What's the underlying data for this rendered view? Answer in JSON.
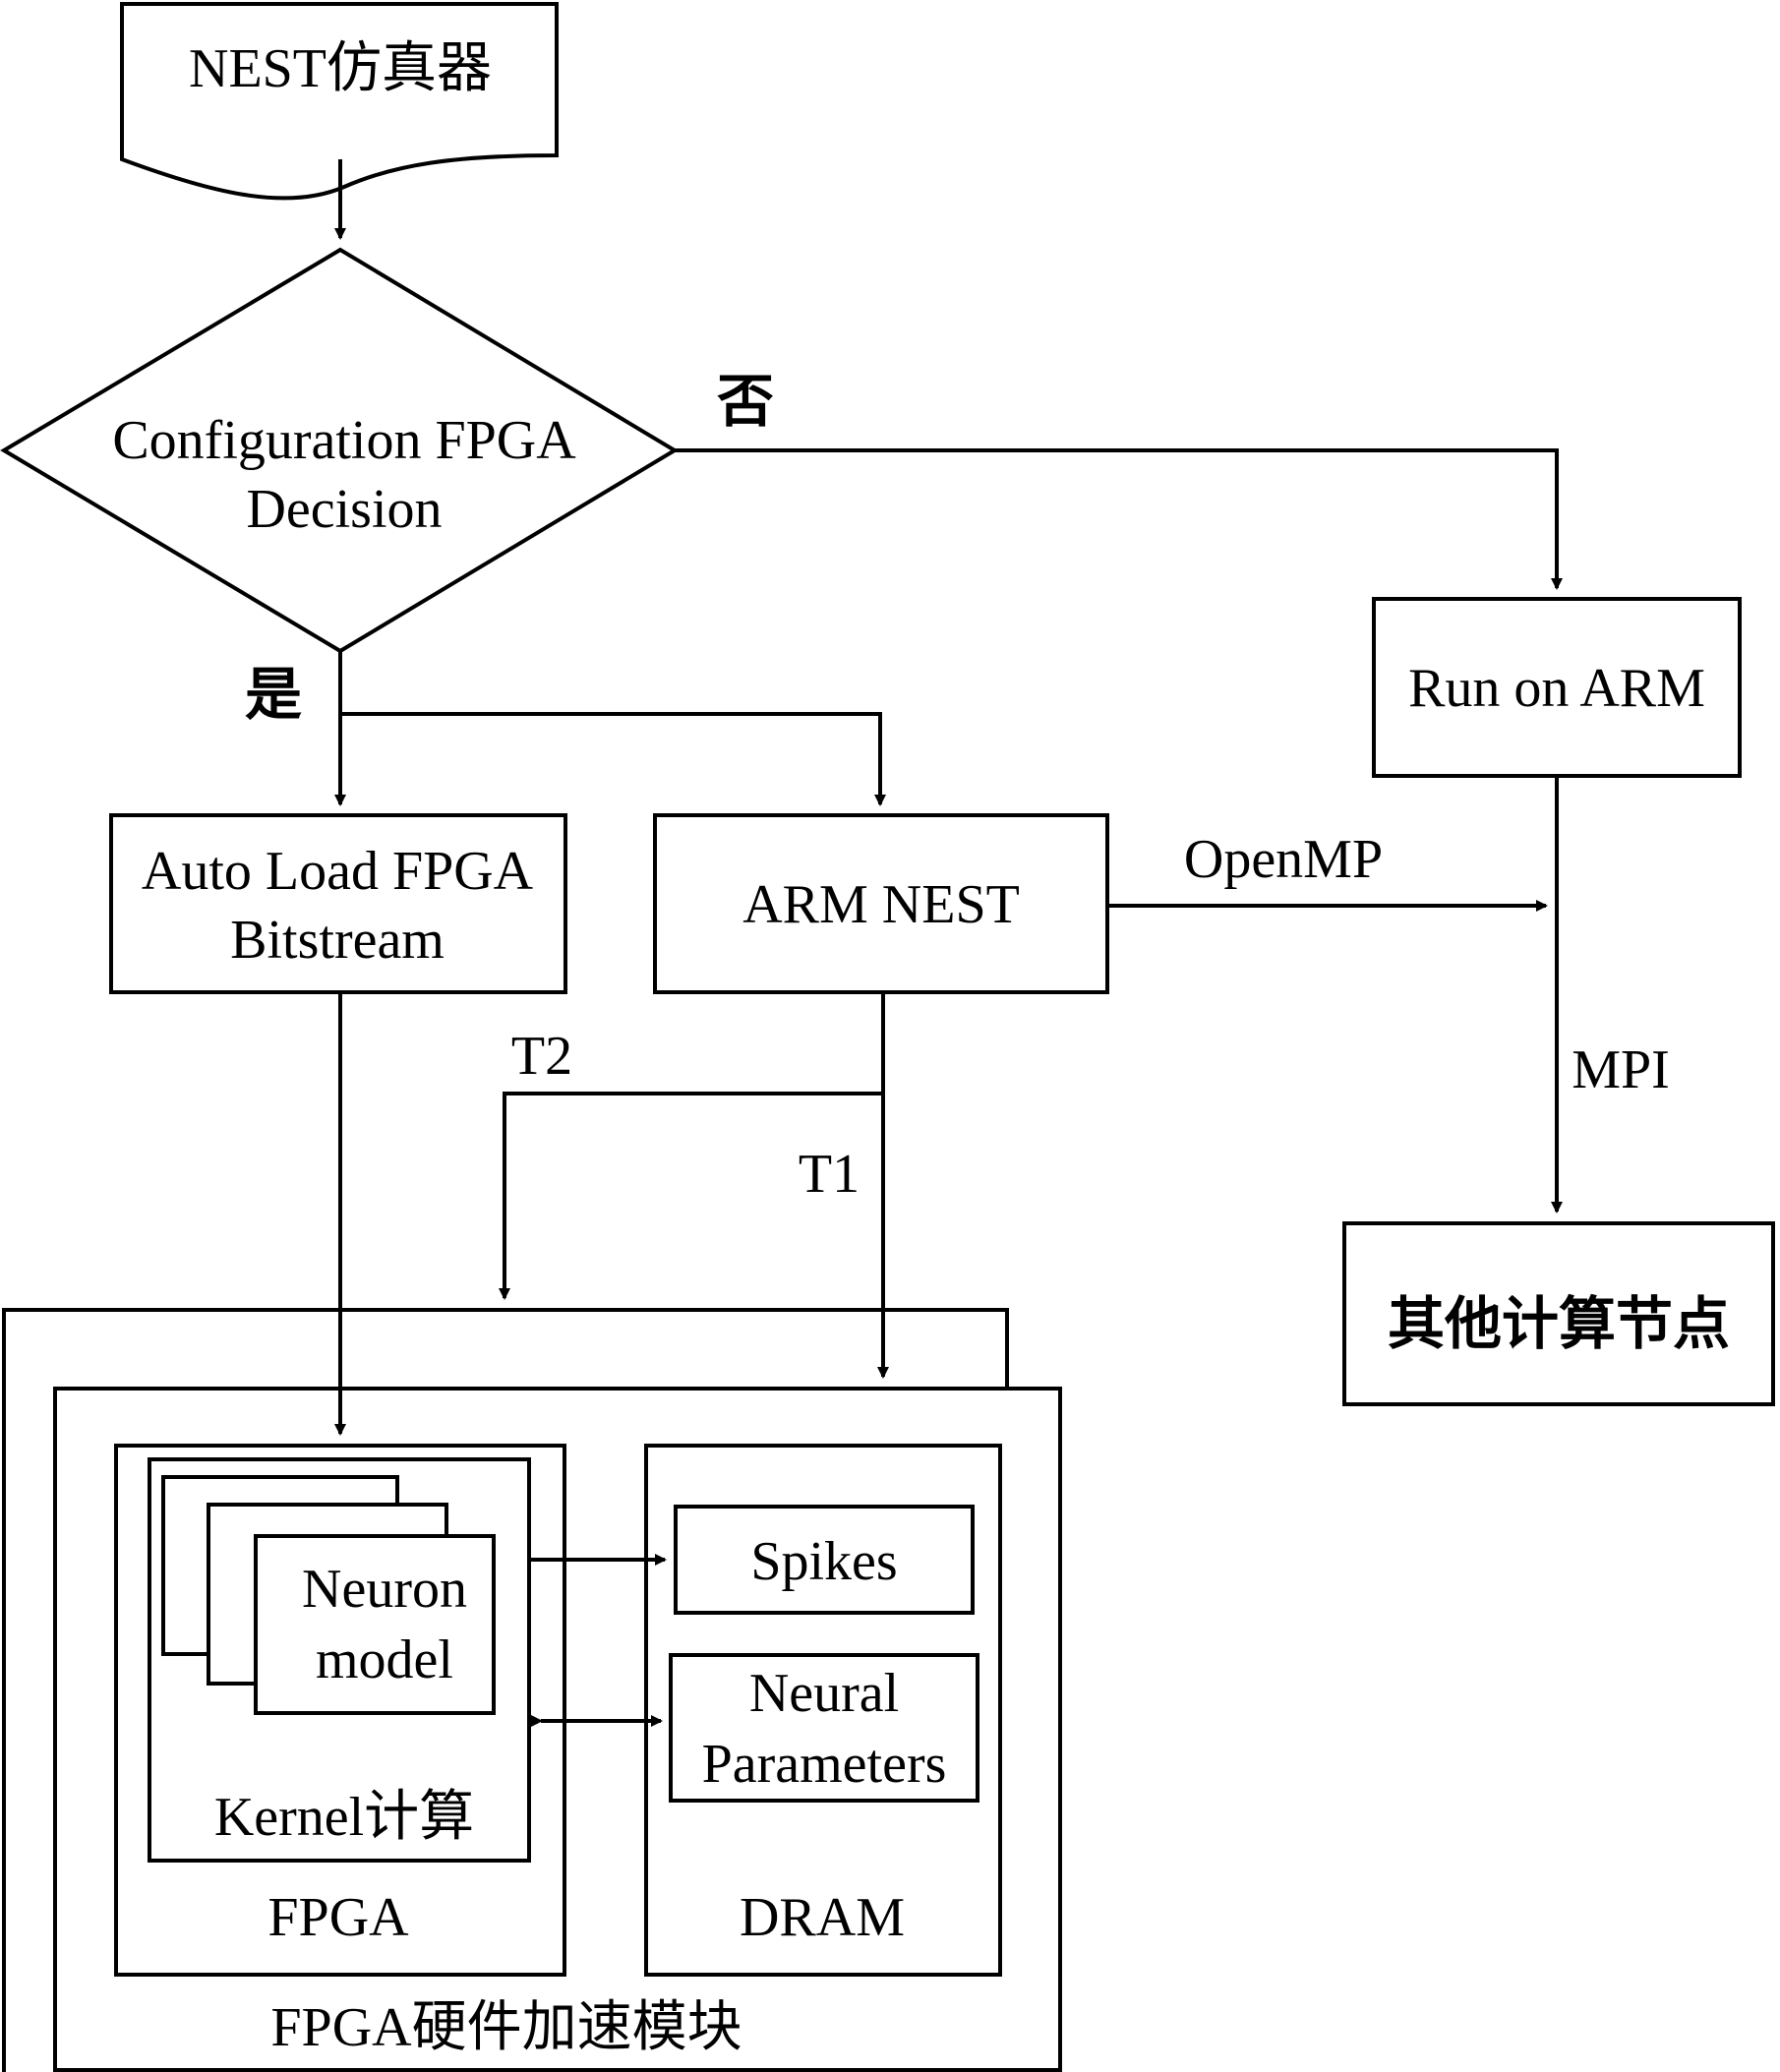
{
  "diagram": {
    "start_doc": "NEST仿真器",
    "decision": {
      "line1": "Configuration FPGA",
      "line2": "Decision"
    },
    "branch_no": "否",
    "branch_yes": "是",
    "run_on_arm": "Run on ARM",
    "auto_load": {
      "line1": "Auto Load FPGA",
      "line2": "Bitstream"
    },
    "arm_nest": "ARM NEST",
    "openmp": "OpenMP",
    "mpi": "MPI",
    "other_nodes": "其他计算节点",
    "t1": "T1",
    "t2": "T2",
    "neuron_model": {
      "line1": "Neuron",
      "line2": "model"
    },
    "kernel": "Kernel计算",
    "fpga": "FPGA",
    "spikes": "Spikes",
    "neural_params": {
      "line1": "Neural",
      "line2": "Parameters"
    },
    "dram": "DRAM",
    "module": "FPGA硬件加速模块"
  }
}
